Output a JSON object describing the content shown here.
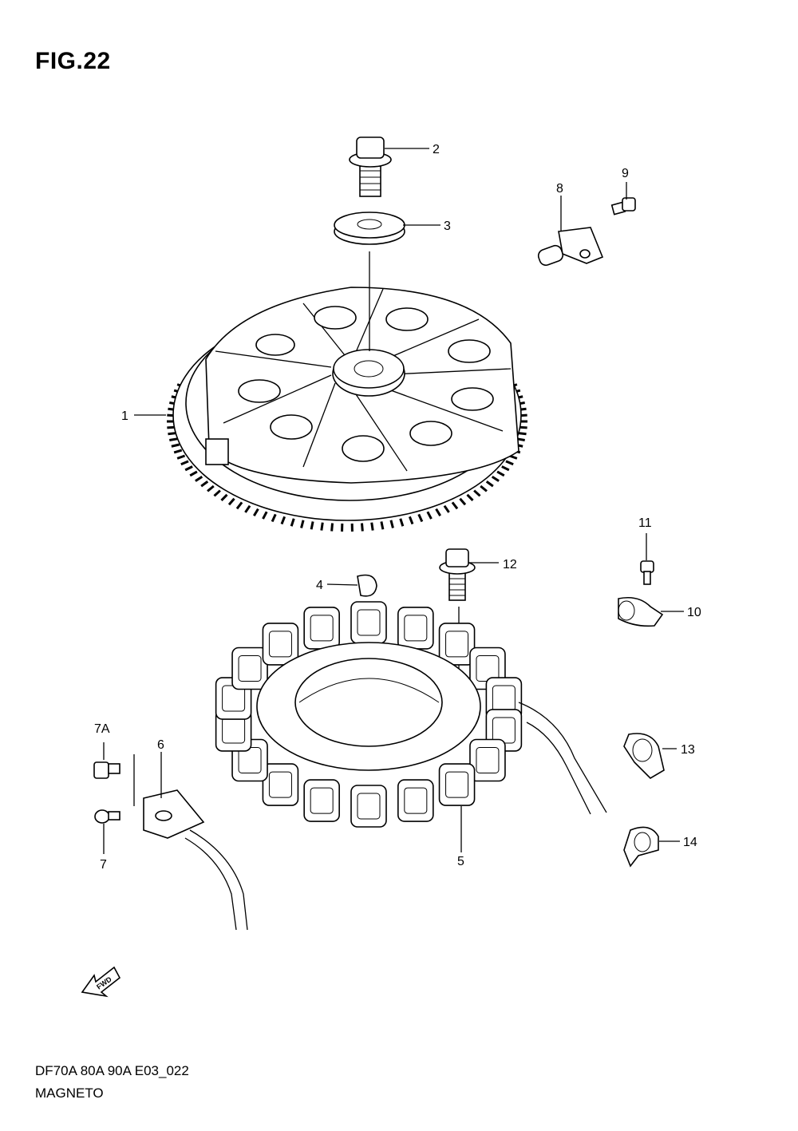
{
  "figure": {
    "title": "FIG.22"
  },
  "footer": {
    "model_code": "DF70A 80A 90A E03_022",
    "name": "MAGNETO"
  },
  "arrow": {
    "label": "FWD"
  },
  "callouts": {
    "c1": "1",
    "c2": "2",
    "c3": "3",
    "c4": "4",
    "c5": "5",
    "c6": "6",
    "c7": "7",
    "c7a": "7A",
    "c8": "8",
    "c9": "9",
    "c10": "10",
    "c11": "11",
    "c12": "12",
    "c13": "13",
    "c14": "14"
  }
}
